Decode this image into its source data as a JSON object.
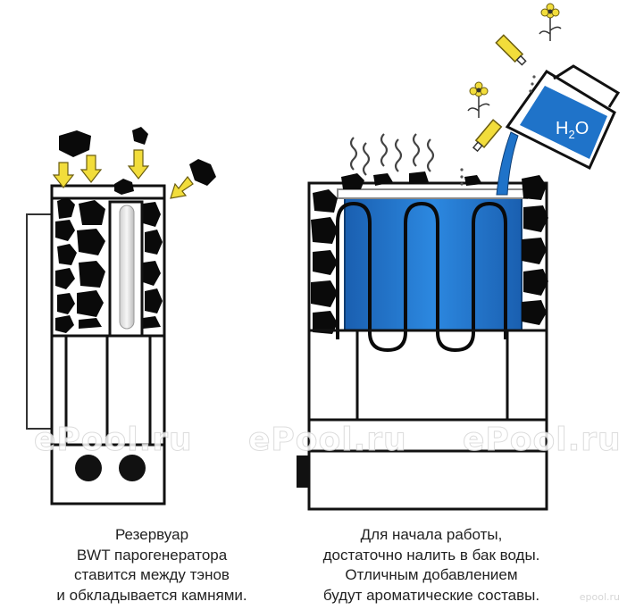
{
  "captions": {
    "left": [
      "Резервуар",
      "BWT парогенератора",
      "ставится между тэнов",
      "и обкладывается камнями."
    ],
    "right": [
      "Для начала работы,",
      "достаточно налить в бак воды.",
      "Отличным добавлением",
      "будут ароматические составы."
    ]
  },
  "labels": {
    "water_formula_main": "H",
    "water_formula_sub": "2",
    "water_formula_end": "O"
  },
  "watermark": "ePool.ru",
  "site_logo": "epool.ru",
  "colors": {
    "outline": "#111111",
    "stone": "#0a0a0a",
    "water_tank": "#1f73c9",
    "arrow_yellow": "#f2dd3b",
    "flask": "#e8e8e8"
  }
}
